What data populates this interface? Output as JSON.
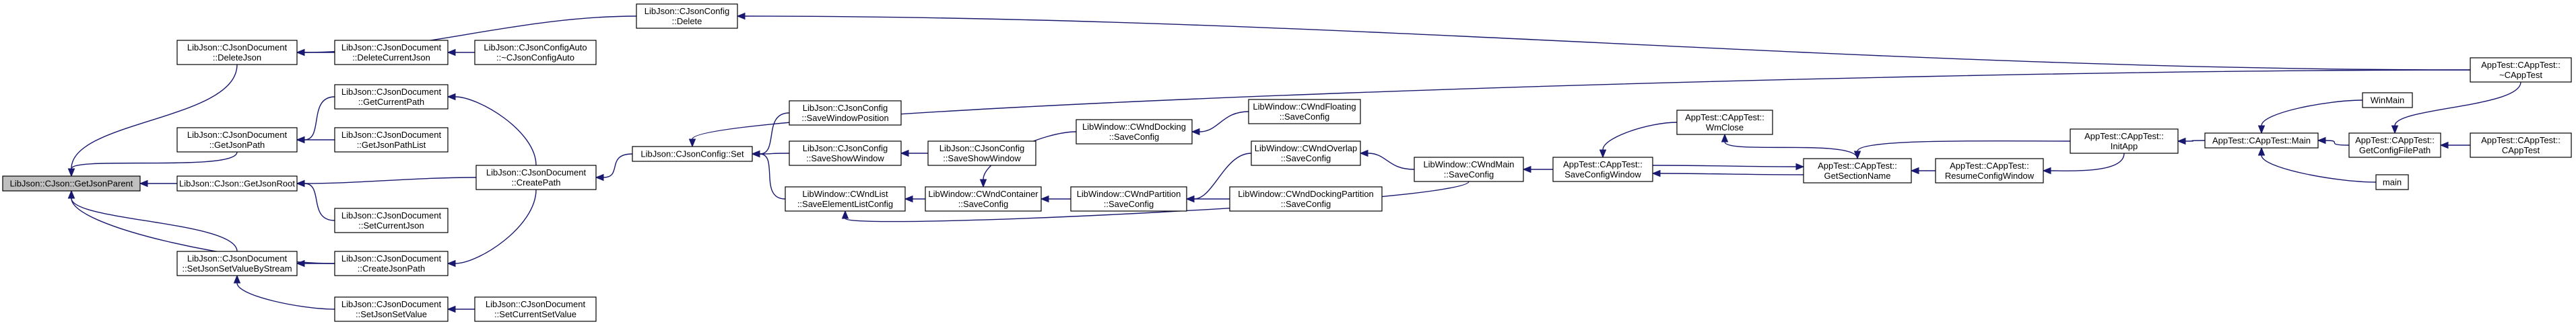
{
  "graph": {
    "colors": {
      "edge": "#191970",
      "root_fill": "#bfbfbf",
      "node_fill": "#ffffff",
      "border": "#000000"
    },
    "nodes": [
      {
        "id": "getJsonParent",
        "lines": [
          "LibJson::CJson::GetJsonParent"
        ],
        "root": true
      },
      {
        "id": "deleteJson",
        "lines": [
          "LibJson::CJsonDocument",
          "::DeleteJson"
        ]
      },
      {
        "id": "getJsonPath",
        "lines": [
          "LibJson::CJsonDocument",
          "::GetJsonPath"
        ]
      },
      {
        "id": "getJsonRoot",
        "lines": [
          "LibJson::CJson::GetJsonRoot"
        ]
      },
      {
        "id": "setJsonSetValueByStream",
        "lines": [
          "LibJson::CJsonDocument",
          "::SetJsonSetValueByStream"
        ]
      },
      {
        "id": "cfgDelete",
        "lines": [
          "LibJson::CJsonConfig",
          "::Delete"
        ]
      },
      {
        "id": "deleteCurrentJson",
        "lines": [
          "LibJson::CJsonDocument",
          "::DeleteCurrentJson"
        ]
      },
      {
        "id": "cfgAutoDtor",
        "lines": [
          "LibJson::CJsonConfigAuto",
          "::~CJsonConfigAuto"
        ]
      },
      {
        "id": "getCurrentPath",
        "lines": [
          "LibJson::CJsonDocument",
          "::GetCurrentPath"
        ]
      },
      {
        "id": "getJsonPathList",
        "lines": [
          "LibJson::CJsonDocument",
          "::GetJsonPathList"
        ]
      },
      {
        "id": "createPath",
        "lines": [
          "LibJson::CJsonDocument",
          "::CreatePath"
        ]
      },
      {
        "id": "setCurrentJson",
        "lines": [
          "LibJson::CJsonDocument",
          "::SetCurrentJson"
        ]
      },
      {
        "id": "createJsonPath",
        "lines": [
          "LibJson::CJsonDocument",
          "::CreateJsonPath"
        ]
      },
      {
        "id": "setJsonSetValue",
        "lines": [
          "LibJson::CJsonDocument",
          "::SetJsonSetValue"
        ]
      },
      {
        "id": "setCurrentSetValue",
        "lines": [
          "LibJson::CJsonDocument",
          "::SetCurrentSetValue"
        ]
      },
      {
        "id": "cfgSet",
        "lines": [
          "LibJson::CJsonConfig::Set"
        ]
      },
      {
        "id": "saveWindowPosition",
        "lines": [
          "LibJson::CJsonConfig",
          "::SaveWindowPosition"
        ]
      },
      {
        "id": "cfgSaveShowWindow",
        "lines": [
          "LibJson::CJsonConfig",
          "::SaveShowWindow"
        ]
      },
      {
        "id": "saveShowWindow",
        "lines": [
          "LibJson::CJsonConfig",
          "::SaveShowWindow"
        ]
      },
      {
        "id": "wndListSave",
        "lines": [
          "LibWindow::CWndList",
          "::SaveElementListConfig"
        ]
      },
      {
        "id": "wndContainerSave",
        "lines": [
          "LibWindow::CWndContainer",
          "::SaveConfig"
        ]
      },
      {
        "id": "wndDockingSave",
        "lines": [
          "LibWindow::CWndDocking",
          "::SaveConfig"
        ]
      },
      {
        "id": "wndFloatingSave",
        "lines": [
          "LibWindow::CWndFloating",
          "::SaveConfig"
        ]
      },
      {
        "id": "wndPartitionSave",
        "lines": [
          "LibWindow::CWndPartition",
          "::SaveConfig"
        ]
      },
      {
        "id": "wndOverlapSave",
        "lines": [
          "LibWindow::CWndOverlap",
          "::SaveConfig"
        ]
      },
      {
        "id": "wndDockPartSave",
        "lines": [
          "LibWindow::CWndDockingPartition",
          "::SaveConfig"
        ]
      },
      {
        "id": "wndMainSave",
        "lines": [
          "LibWindow::CWndMain",
          "::SaveConfig"
        ]
      },
      {
        "id": "saveConfigWindow",
        "lines": [
          "AppTest::CAppTest::",
          "SaveConfigWindow"
        ]
      },
      {
        "id": "wmClose",
        "lines": [
          "AppTest::CAppTest::",
          "WmClose"
        ]
      },
      {
        "id": "getSectionName",
        "lines": [
          "AppTest::CAppTest::",
          "GetSectionName"
        ]
      },
      {
        "id": "resumeConfigWindow",
        "lines": [
          "AppTest::CAppTest::",
          "ResumeConfigWindow"
        ]
      },
      {
        "id": "initApp",
        "lines": [
          "AppTest::CAppTest::",
          "InitApp"
        ]
      },
      {
        "id": "appMain",
        "lines": [
          "AppTest::CAppTest::Main"
        ]
      },
      {
        "id": "winMain",
        "lines": [
          "WinMain"
        ]
      },
      {
        "id": "getConfigFilePath",
        "lines": [
          "AppTest::CAppTest::",
          "GetConfigFilePath"
        ]
      },
      {
        "id": "mainFn",
        "lines": [
          "main"
        ]
      },
      {
        "id": "appCtor",
        "lines": [
          "AppTest::CAppTest::",
          "CAppTest"
        ]
      },
      {
        "id": "appDtor",
        "lines": [
          "AppTest::CAppTest::",
          "~CAppTest"
        ]
      }
    ],
    "edges": [
      [
        "deleteJson",
        "getJsonParent"
      ],
      [
        "getJsonPath",
        "getJsonParent"
      ],
      [
        "getJsonRoot",
        "getJsonParent"
      ],
      [
        "setJsonSetValueByStream",
        "getJsonParent"
      ],
      [
        "createJsonPath",
        "getJsonParent"
      ],
      [
        "cfgDelete",
        "deleteJson"
      ],
      [
        "deleteCurrentJson",
        "deleteJson"
      ],
      [
        "cfgAutoDtor",
        "deleteCurrentJson"
      ],
      [
        "appDtor",
        "cfgDelete"
      ],
      [
        "getCurrentPath",
        "getJsonPath"
      ],
      [
        "getJsonPathList",
        "getJsonPath"
      ],
      [
        "createPath",
        "getCurrentPath"
      ],
      [
        "createPath",
        "getJsonRoot"
      ],
      [
        "setCurrentJson",
        "getJsonRoot"
      ],
      [
        "cfgSet",
        "createPath"
      ],
      [
        "createJsonPath",
        "setJsonSetValueByStream"
      ],
      [
        "setJsonSetValue",
        "setJsonSetValueByStream"
      ],
      [
        "createPath",
        "createJsonPath"
      ],
      [
        "setCurrentSetValue",
        "setJsonSetValue"
      ],
      [
        "appDtor",
        "cfgSet"
      ],
      [
        "saveWindowPosition",
        "cfgSet"
      ],
      [
        "cfgSaveShowWindow",
        "cfgSet"
      ],
      [
        "wndListSave",
        "cfgSet"
      ],
      [
        "saveShowWindow",
        "cfgSaveShowWindow"
      ],
      [
        "wndContainerSave",
        "wndListSave"
      ],
      [
        "wndMainSave",
        "wndListSave"
      ],
      [
        "wndDockingSave",
        "wndContainerSave"
      ],
      [
        "wndPartitionSave",
        "wndContainerSave"
      ],
      [
        "wndFloatingSave",
        "wndDockingSave"
      ],
      [
        "wndOverlapSave",
        "wndPartitionSave"
      ],
      [
        "wndDockPartSave",
        "wndPartitionSave"
      ],
      [
        "wndMainSave",
        "wndOverlapSave"
      ],
      [
        "saveConfigWindow",
        "wndMainSave"
      ],
      [
        "wmClose",
        "saveConfigWindow"
      ],
      [
        "getSectionName",
        "saveConfigWindow"
      ],
      [
        "getSectionName",
        "wmClose"
      ],
      [
        "saveConfigWindow",
        "getSectionName"
      ],
      [
        "resumeConfigWindow",
        "getSectionName"
      ],
      [
        "initApp",
        "getSectionName"
      ],
      [
        "initApp",
        "resumeConfigWindow"
      ],
      [
        "appMain",
        "initApp"
      ],
      [
        "winMain",
        "appMain"
      ],
      [
        "getConfigFilePath",
        "appMain"
      ],
      [
        "mainFn",
        "appMain"
      ],
      [
        "appCtor",
        "getConfigFilePath"
      ],
      [
        "appDtor",
        "getConfigFilePath"
      ]
    ]
  }
}
